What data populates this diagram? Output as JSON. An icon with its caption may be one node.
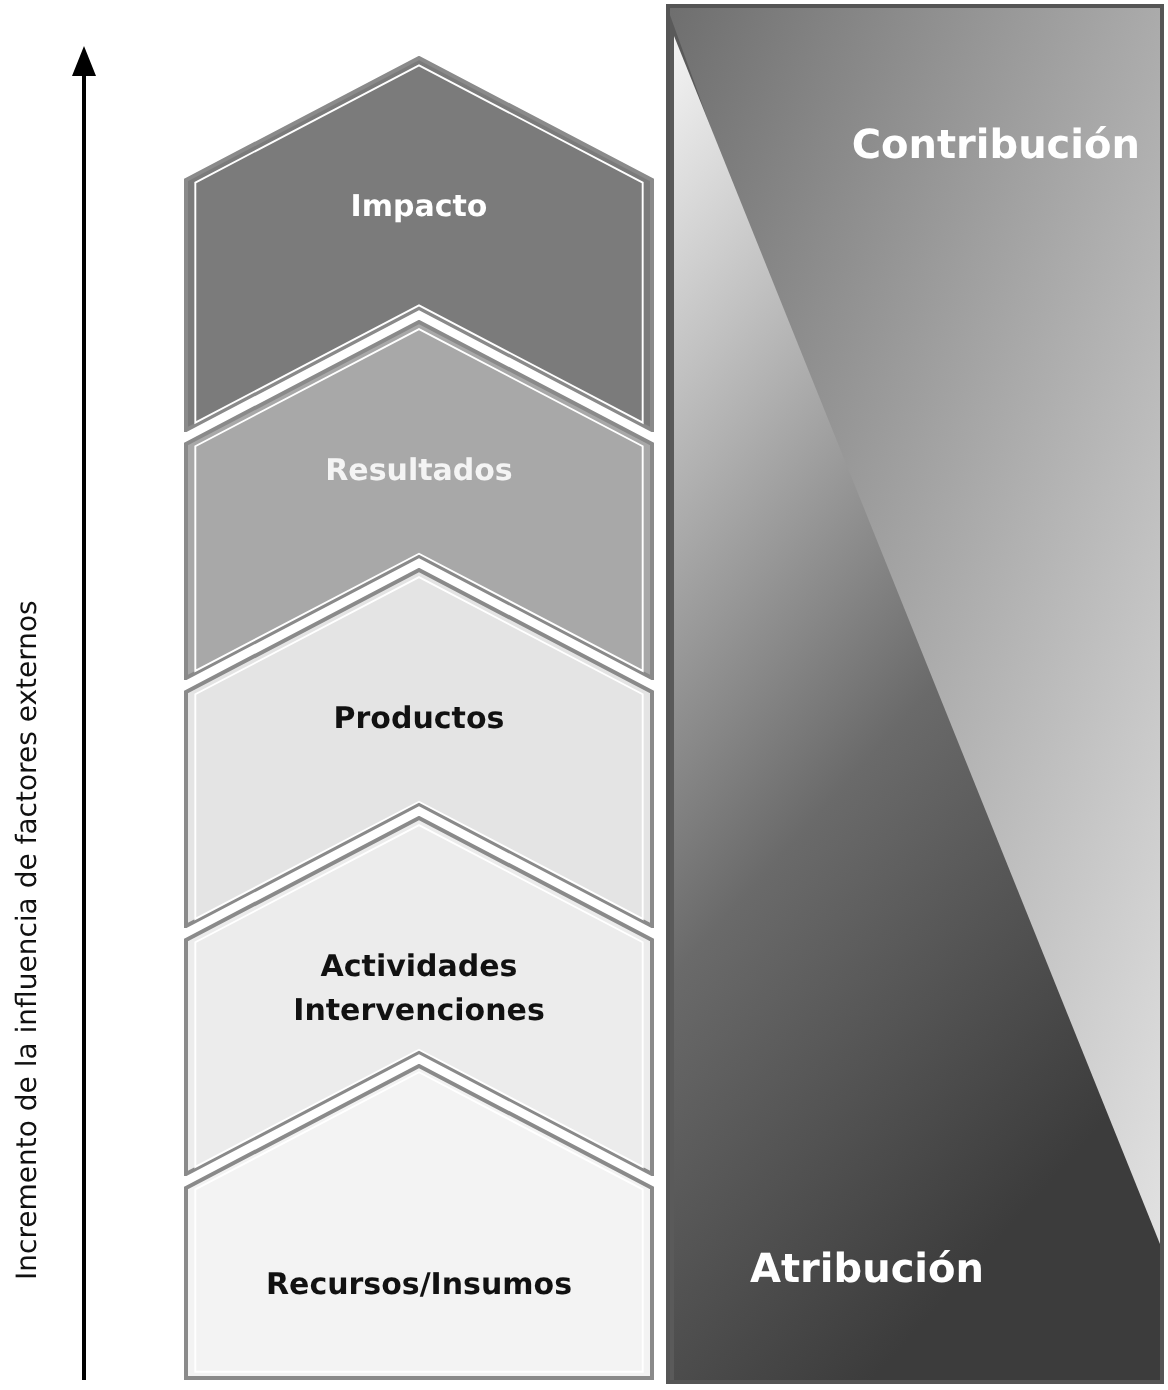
{
  "diagram": {
    "nodes": [
      {
        "text": [
          "Impacto"
        ]
      },
      {
        "text": [
          "Resultados"
        ]
      },
      {
        "text": [
          "Productos"
        ]
      },
      {
        "text": [
          "Actividades Intervenciones"
        ]
      },
      {
        "text": [
          "Recursos/Insumos"
        ]
      },
      {
        "text": [
          "Contribución",
          "Atribución"
        ]
      }
    ],
    "labels": [
      "Incremento de la influencia de factores externos"
    ]
  }
}
